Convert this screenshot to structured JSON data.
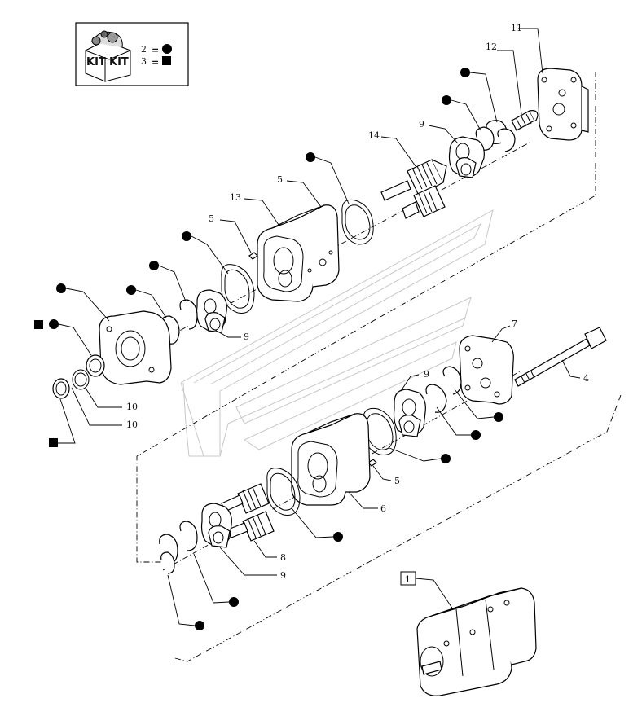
{
  "kit_legend": {
    "kit_words": [
      "KIT",
      "KIT"
    ],
    "kit2_number": "2",
    "kit2_symbol": "circle",
    "kit3_number": "3",
    "kit3_symbol": "square",
    "equals": "="
  },
  "callouts": {
    "c1": "1",
    "c4": "4",
    "c5a": "5",
    "c5b": "5",
    "c5c": "5",
    "c6": "6",
    "c7": "7",
    "c8": "8",
    "c9a": "9",
    "c9b": "9",
    "c9c": "9",
    "c9d": "9",
    "c10a": "10",
    "c10b": "10",
    "c11": "11",
    "c12": "12",
    "c13": "13",
    "c14": "14"
  }
}
